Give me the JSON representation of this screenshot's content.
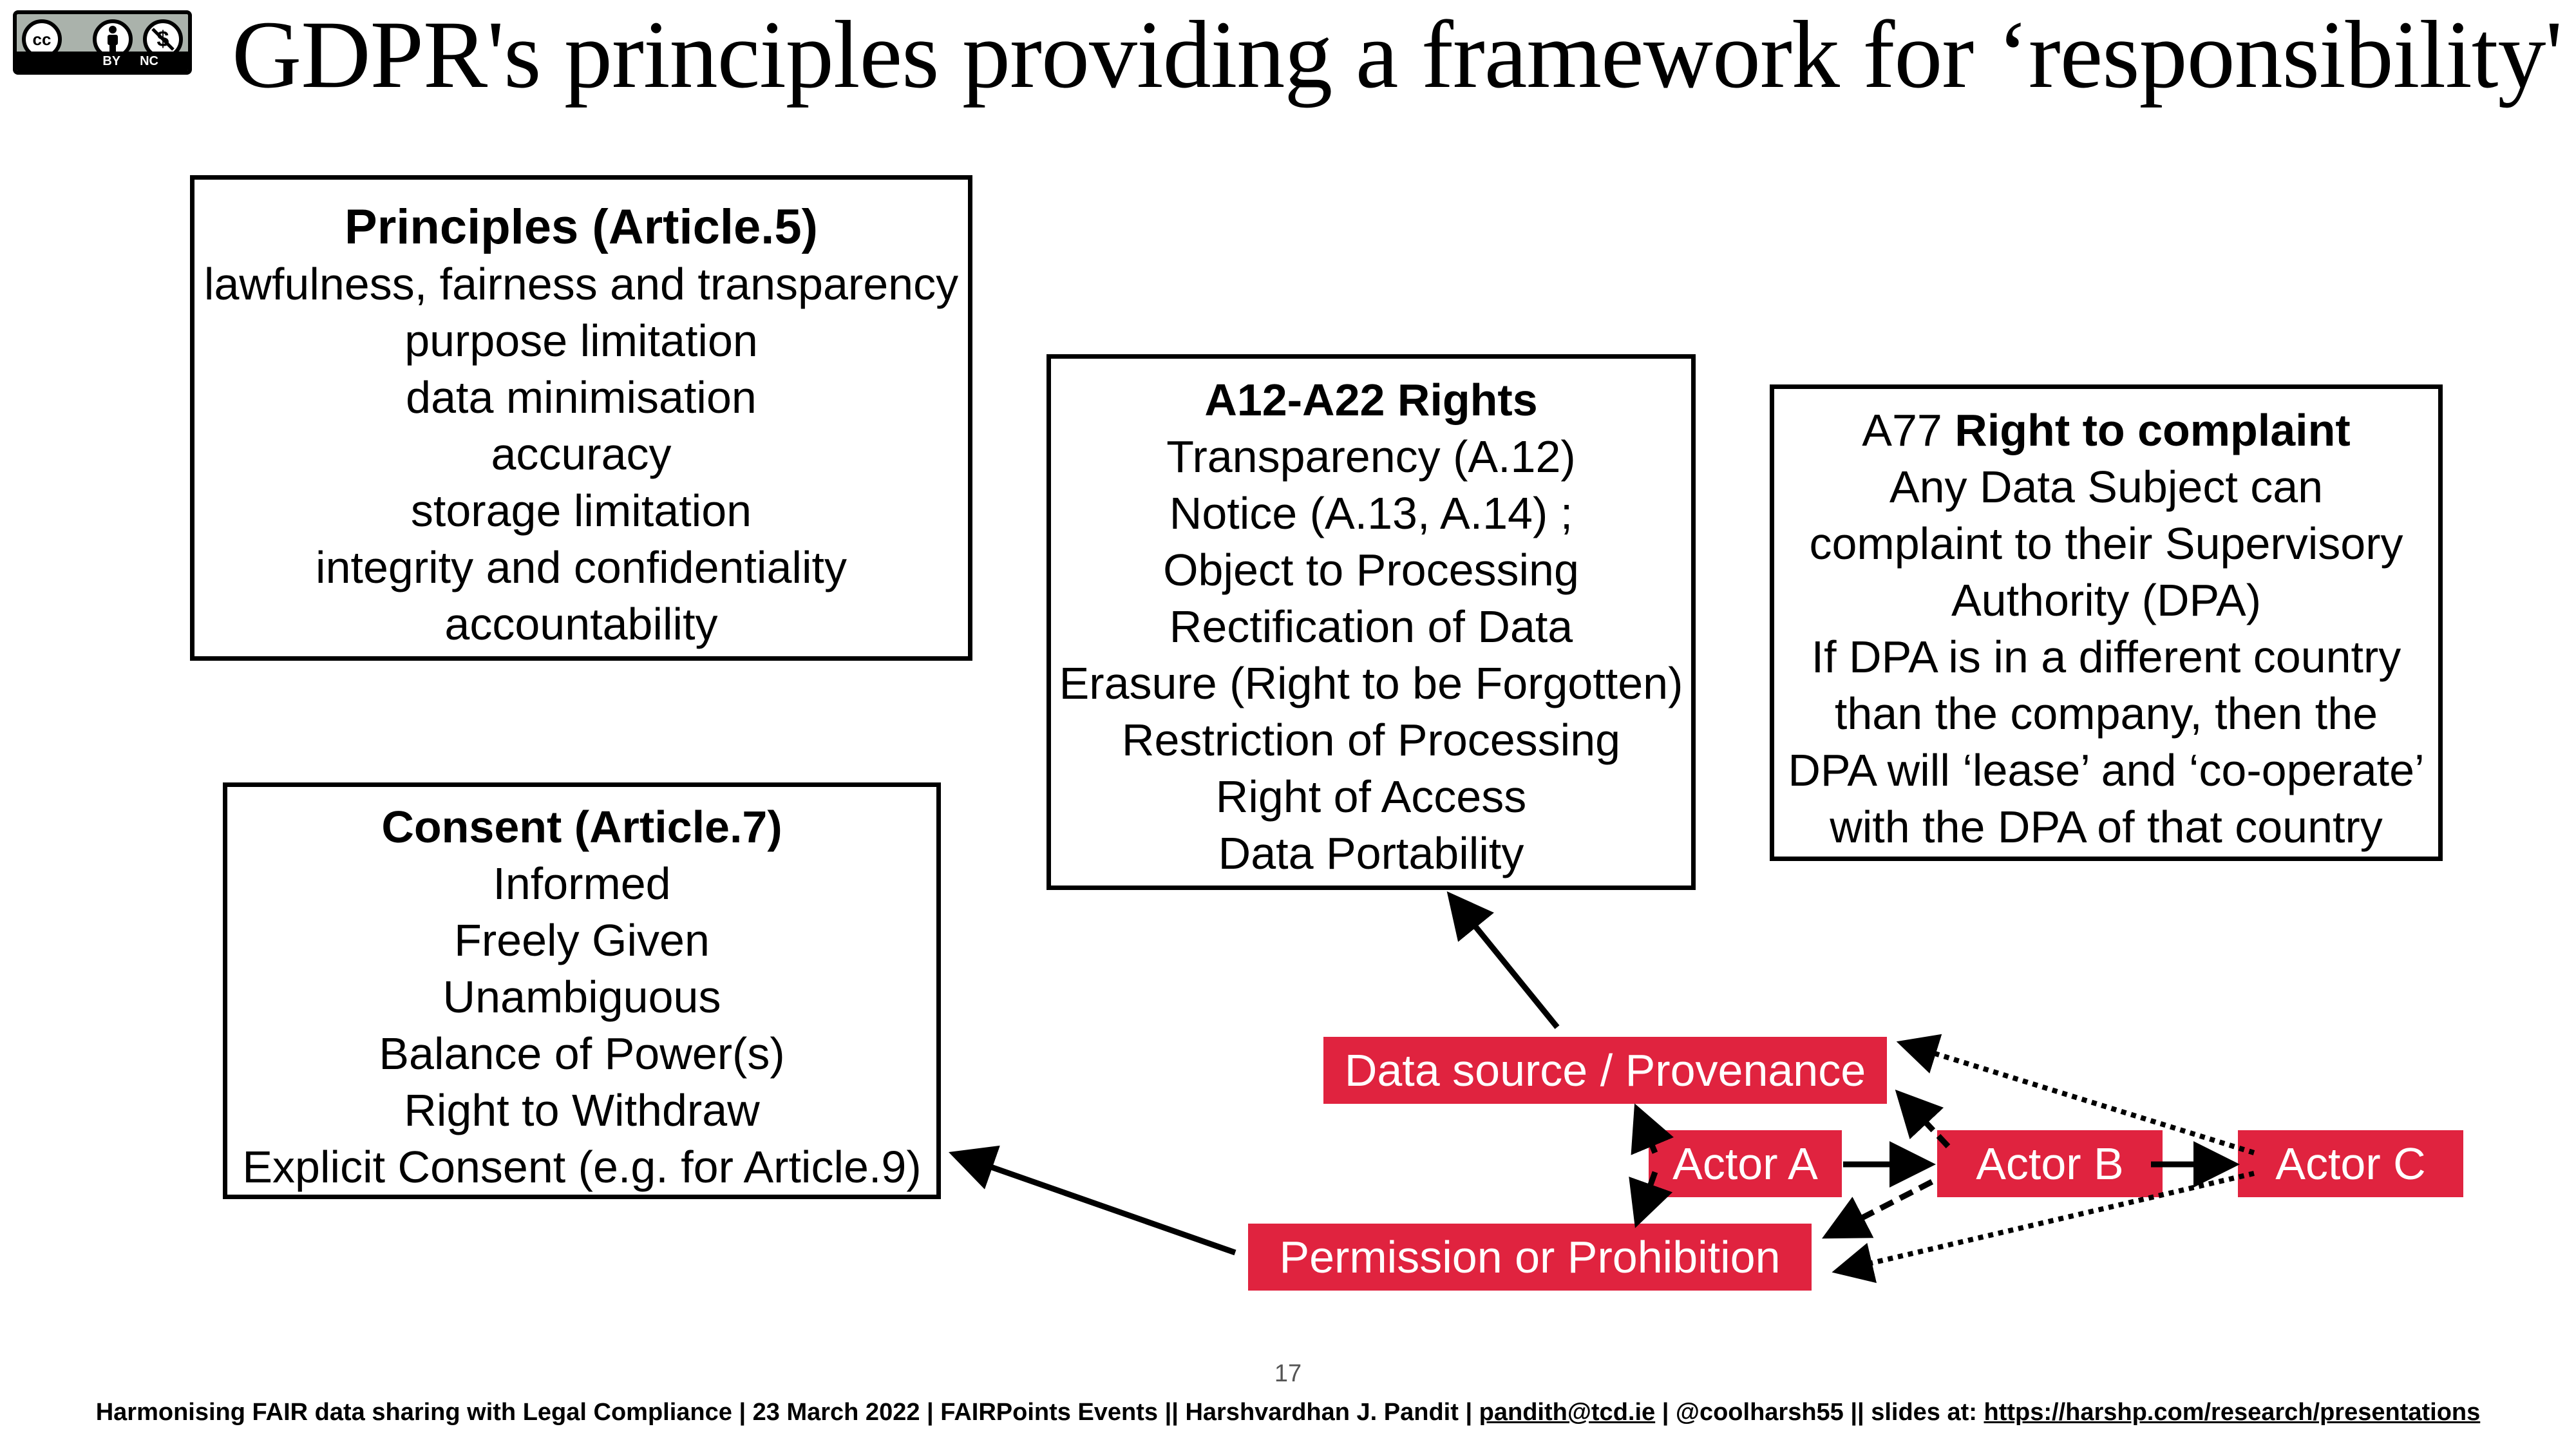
{
  "license_badge": {
    "by_label": "BY",
    "nc_label": "NC",
    "cc_label": "cc",
    "icons": [
      "cc-icon",
      "person-icon",
      "no-dollar-icon"
    ]
  },
  "title": "GDPR's principles providing a framework for ‘responsibility'",
  "principles_box": {
    "heading": "Principles (Article.5)",
    "items": [
      "lawfulness, fairness and transparency",
      "purpose limitation",
      "data minimisation",
      "accuracy",
      "storage limitation",
      "integrity and confidentiality",
      "accountability"
    ]
  },
  "rights_box": {
    "heading": "A12-A22 Rights",
    "items": [
      "Transparency (A.12)",
      "Notice (A.13, A.14) ;",
      "Object to Processing",
      "Rectification of Data",
      "Erasure (Right to be Forgotten)",
      "Restriction of Processing",
      "Right of Access",
      "Data Portability"
    ]
  },
  "complaint_box": {
    "heading_prefix": "A77 ",
    "heading_bold": "Right to complaint",
    "items": [
      "Any Data Subject can",
      "complaint to their Supervisory",
      "Authority (DPA)",
      "If DPA is in a different country",
      "than the company, then the",
      "DPA will ‘lease’ and ‘co-operate’",
      "with the DPA of that country"
    ]
  },
  "consent_box": {
    "heading": "Consent (Article.7)",
    "items": [
      "Informed",
      "Freely Given",
      "Unambiguous",
      "Balance of Power(s)",
      "Right to Withdraw",
      "Explicit Consent (e.g. for Article.9)"
    ]
  },
  "nodes": {
    "data_source": "Data source / Provenance",
    "actor_a": "Actor A",
    "actor_b": "Actor B",
    "actor_c": "Actor C",
    "permission": "Permission or Prohibition"
  },
  "colors": {
    "node_fill": "#e0233f",
    "node_text": "#ffffff",
    "border": "#000000"
  },
  "page_number": "17",
  "footer": {
    "text": "Harmonising FAIR data sharing with Legal Compliance | 23 March 2022 | FAIRPoints Events  || Harshvardhan J. Pandit | ",
    "email": "pandith@tcd.ie",
    "middle": " | @coolharsh55  || slides at: ",
    "url": "https://harshp.com/research/presentations"
  }
}
